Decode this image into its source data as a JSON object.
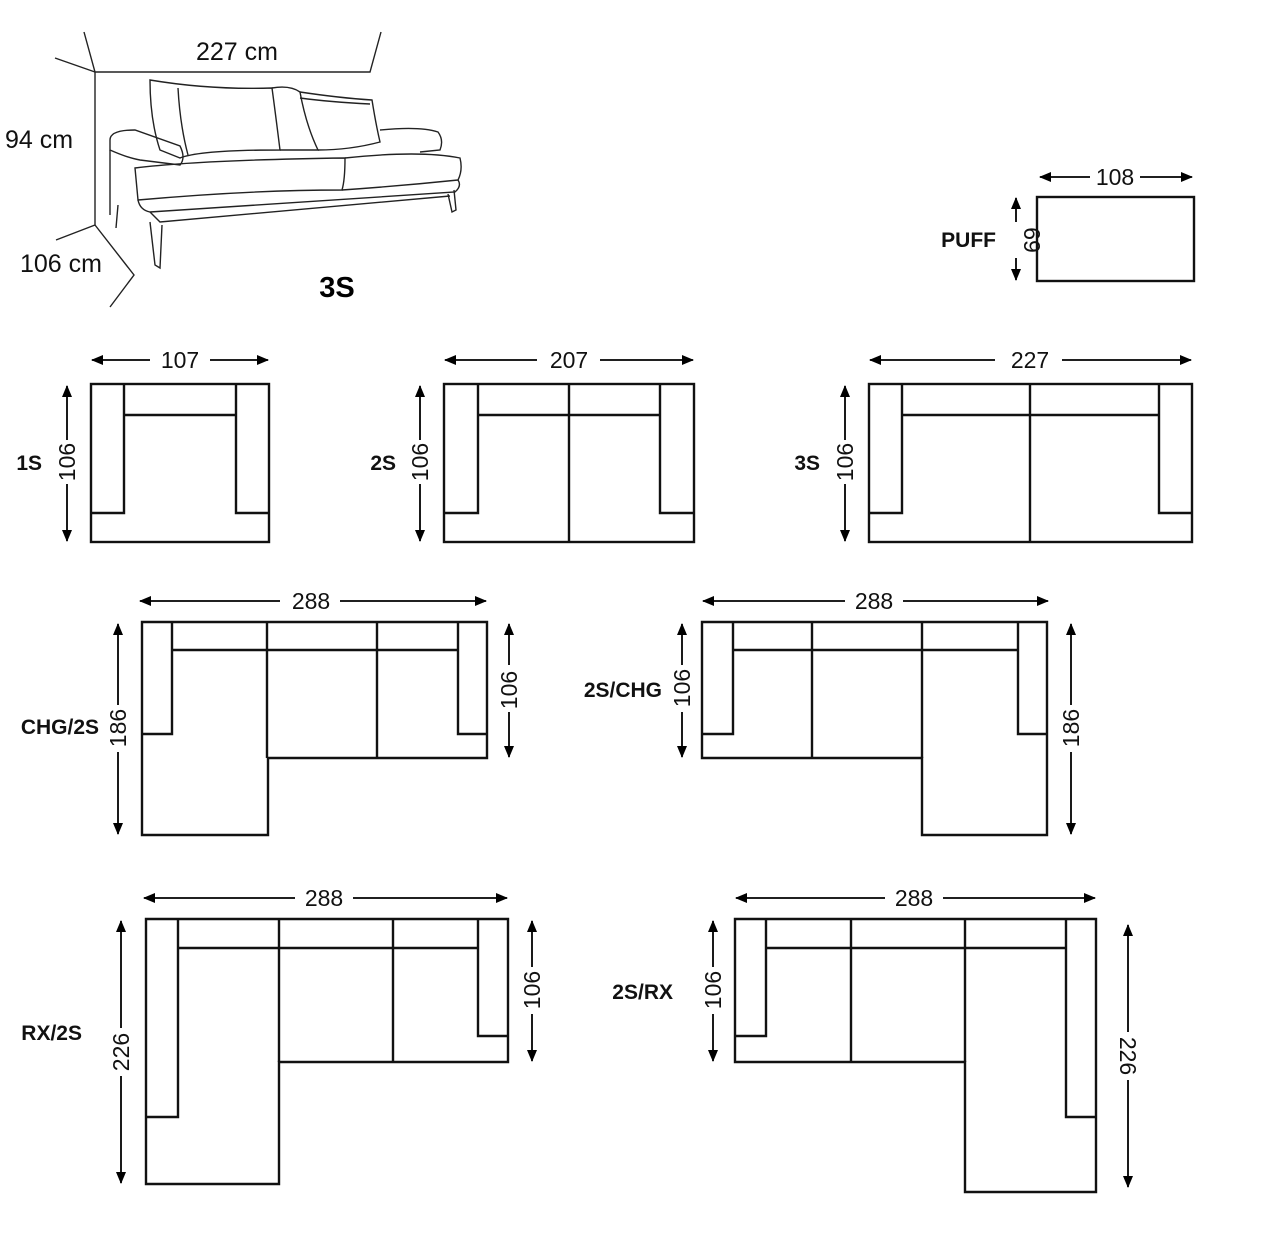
{
  "sketch": {
    "width_label": "227 cm",
    "height_label": "94 cm",
    "depth_label": "106 cm",
    "model_label": "3S"
  },
  "puff": {
    "label": "PUFF",
    "width": "108",
    "depth": "69"
  },
  "s1": {
    "label": "1S",
    "width": "107",
    "depth": "106"
  },
  "s2": {
    "label": "2S",
    "width": "207",
    "depth": "106"
  },
  "s3": {
    "label": "3S",
    "width": "227",
    "depth": "106"
  },
  "chg2s": {
    "label": "CHG/2S",
    "width": "288",
    "depth_total": "186",
    "depth_seat": "106"
  },
  "s2chg": {
    "label": "2S/CHG",
    "width": "288",
    "depth_total": "186",
    "depth_seat": "106"
  },
  "rx2s": {
    "label": "RX/2S",
    "width": "288",
    "depth_total": "226",
    "depth_seat": "106"
  },
  "s2rx": {
    "label": "2S/RX",
    "width": "288",
    "depth_total": "226",
    "depth_seat": "106"
  }
}
